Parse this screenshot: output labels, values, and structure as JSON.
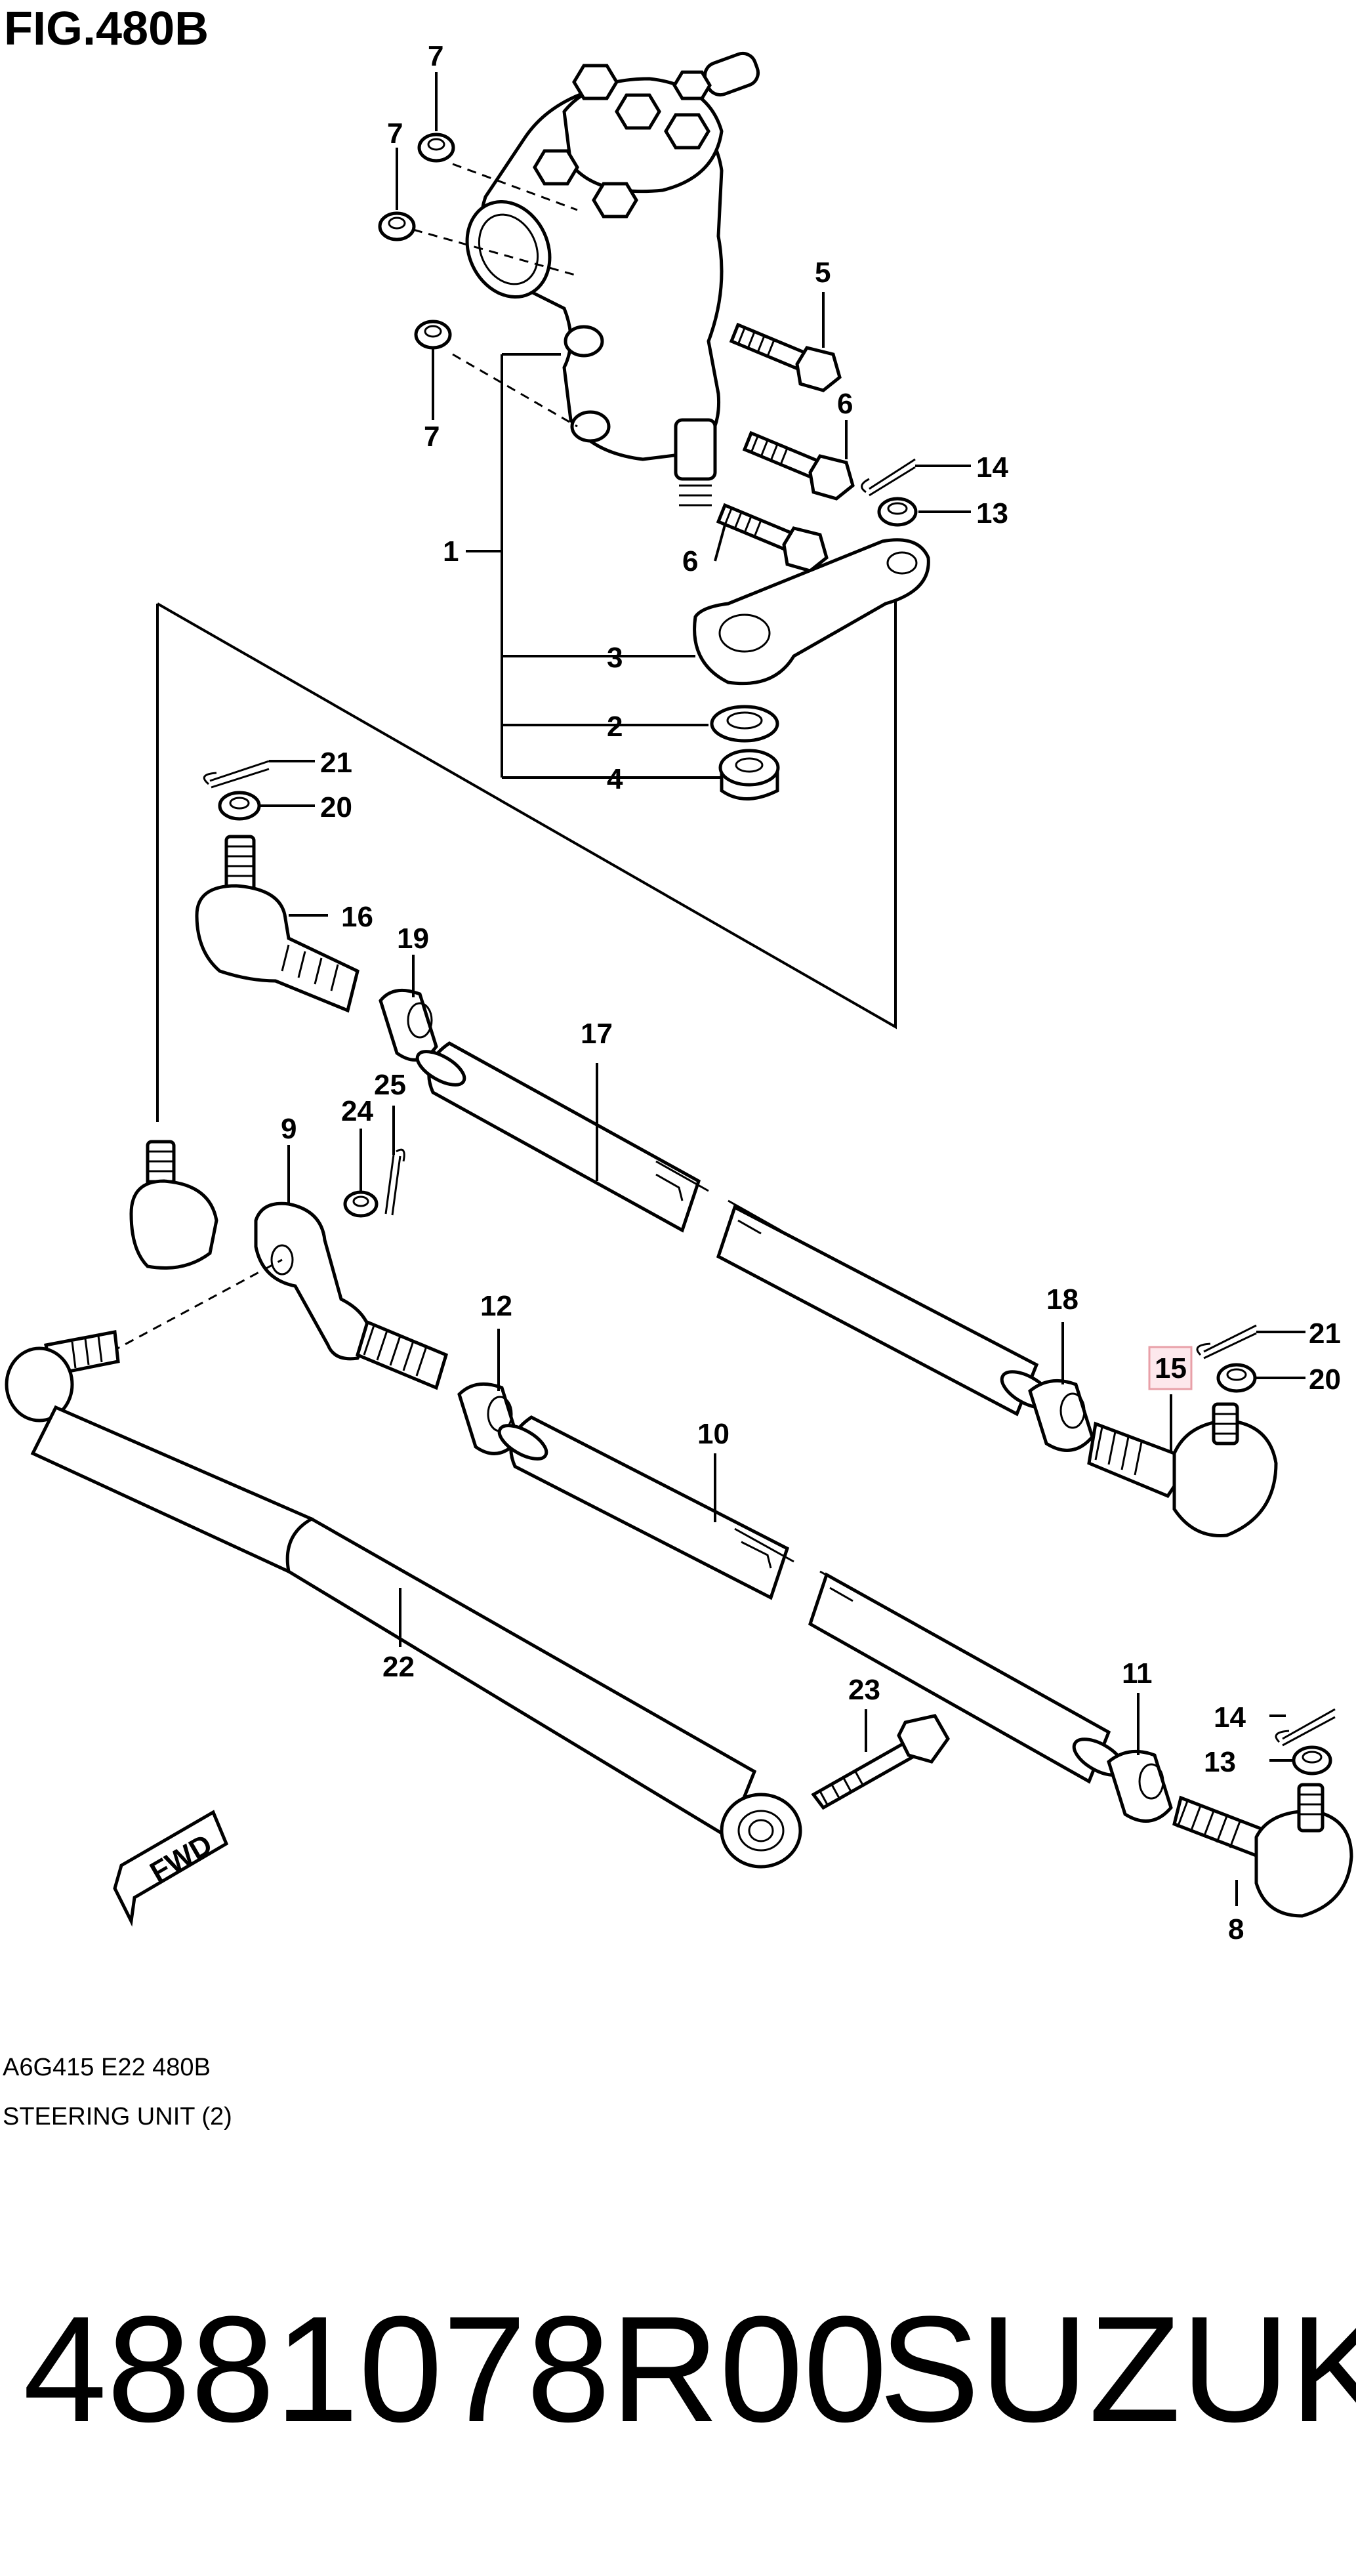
{
  "figure": {
    "title": "FIG.480B",
    "code": "A6G415 E22 480B",
    "name": "STEERING UNIT (2)",
    "part_number": "4881078R00",
    "brand": "SUZUKI",
    "direction_label": "FWD"
  },
  "callouts": [
    {
      "id": "c7a",
      "label": "7"
    },
    {
      "id": "c7b",
      "label": "7"
    },
    {
      "id": "c7c",
      "label": "7"
    },
    {
      "id": "c5",
      "label": "5"
    },
    {
      "id": "c6a",
      "label": "6"
    },
    {
      "id": "c14a",
      "label": "14"
    },
    {
      "id": "c13a",
      "label": "13"
    },
    {
      "id": "c1",
      "label": "1"
    },
    {
      "id": "c6b",
      "label": "6"
    },
    {
      "id": "c3",
      "label": "3"
    },
    {
      "id": "c2",
      "label": "2"
    },
    {
      "id": "c4",
      "label": "4"
    },
    {
      "id": "c21a",
      "label": "21"
    },
    {
      "id": "c20a",
      "label": "20"
    },
    {
      "id": "c16",
      "label": "16"
    },
    {
      "id": "c19",
      "label": "19"
    },
    {
      "id": "c17",
      "label": "17"
    },
    {
      "id": "c25",
      "label": "25"
    },
    {
      "id": "c24",
      "label": "24"
    },
    {
      "id": "c9",
      "label": "9"
    },
    {
      "id": "c12",
      "label": "12"
    },
    {
      "id": "c18",
      "label": "18"
    },
    {
      "id": "c21b",
      "label": "21"
    },
    {
      "id": "c15",
      "label": "15"
    },
    {
      "id": "c20b",
      "label": "20"
    },
    {
      "id": "c10",
      "label": "10"
    },
    {
      "id": "c11",
      "label": "11"
    },
    {
      "id": "c23",
      "label": "23"
    },
    {
      "id": "c14b",
      "label": "14"
    },
    {
      "id": "c13b",
      "label": "13"
    },
    {
      "id": "c22",
      "label": "22"
    },
    {
      "id": "c8",
      "label": "8"
    }
  ],
  "highlight": {
    "label": "15",
    "color": "#e8a0a8",
    "fill": "#fde8ec"
  }
}
